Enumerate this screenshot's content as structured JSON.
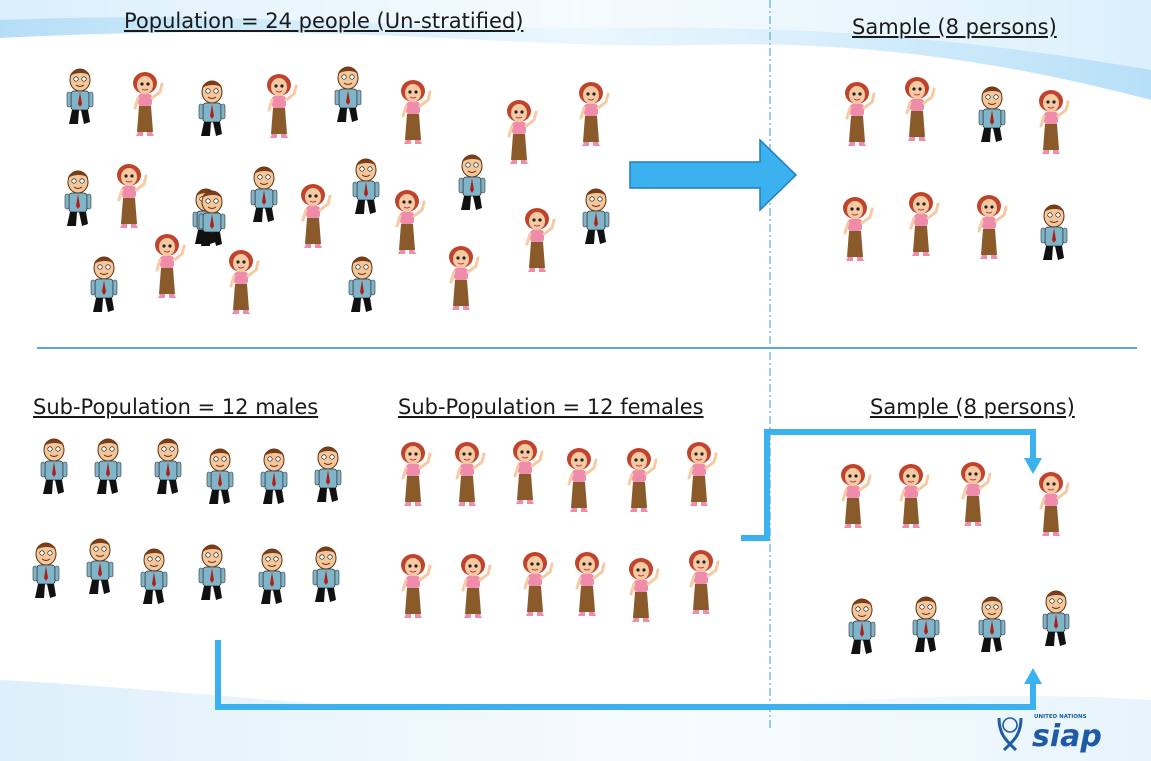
{
  "titles": {
    "population": "Population = 24 people (Un-stratified)",
    "sample_top": "Sample (8 persons)",
    "sub_males": "Sub-Population = 12 males",
    "sub_females": "Sub-Population = 12 females",
    "sample_bottom": "Sample (8 persons)"
  },
  "logo": {
    "org_text": "UNITED NATIONS",
    "name": "siap"
  },
  "colors": {
    "arrow": "#3bb1ef",
    "divider": "#5aa9e0",
    "wave": "#8fd0f3",
    "male_shirt": "#7fb4c9",
    "female_top": "#f08cab",
    "female_skirt": "#8a5a2b",
    "logo": "#1e5aa6"
  },
  "figures": {
    "population": {
      "males": 12,
      "females": 12
    },
    "sample_top": {
      "males": 2,
      "females": 6
    },
    "sub_males": {
      "males": 12
    },
    "sub_females": {
      "females": 12
    },
    "sample_bottom": {
      "males": 4,
      "females": 4
    }
  }
}
